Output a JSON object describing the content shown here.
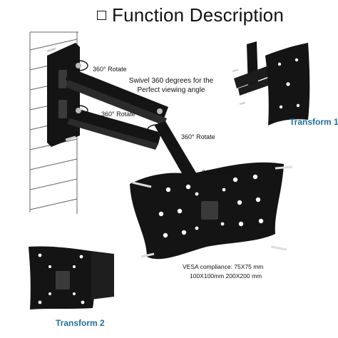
{
  "title": {
    "text": "Function Description",
    "checkbox_icon": "empty-square-icon"
  },
  "rotate_labels": [
    "360° Rotate",
    "360° Rotate",
    "360° Rotate",
    "360° Rotate"
  ],
  "swivel_description": {
    "line1": "Swivel 360 degrees for the",
    "line2": "Perfect viewing angle"
  },
  "vesa": {
    "line1": "VESA compliance: 75X75 mm",
    "line2": "100X100mm 200X200 mm"
  },
  "captions": {
    "transform1": "Transform 1",
    "transform2": "Transform 2"
  },
  "colors": {
    "caption": "#1f6f9e",
    "metal": "#141414",
    "wall": "#666666"
  }
}
